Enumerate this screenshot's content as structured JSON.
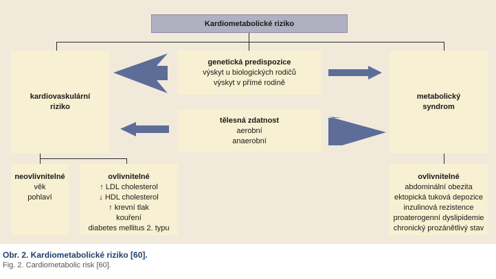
{
  "title": "Kardiometabolické riziko",
  "left_box": {
    "line1": "kardiovaskulární",
    "line2": "riziko"
  },
  "right_box": {
    "line1": "metabolický",
    "line2": "syndrom"
  },
  "genetic": {
    "heading": "genetická predispozice",
    "items": [
      "výskyt u biologických rodičů",
      "výskyt v přímé rodině"
    ]
  },
  "fitness": {
    "heading": "tělesná zdatnost",
    "items": [
      "aerobní",
      "anaerobní"
    ]
  },
  "non_modifiable": {
    "heading": "neovlivnitelné",
    "items": [
      "věk",
      "pohlaví"
    ]
  },
  "modifiable_left": {
    "heading": "ovlivnitelné",
    "items": [
      "↑ LDL cholesterol",
      "↓ HDL cholesterol",
      "↑ krevní tlak",
      "kouření",
      "diabetes mellitus 2. typu"
    ]
  },
  "modifiable_right": {
    "heading": "ovlivnitelné",
    "items": [
      "abdominální obezita",
      "ektopická tuková depozice",
      "inzulinová rezistence",
      "proaterogenní dyslipidemie",
      "chronický prozánětlivý stav"
    ]
  },
  "caption": {
    "cz": "Obr. 2. Kardiometabolické riziko [60].",
    "en": "Fig. 2. Cardiometabolic risk [60]."
  },
  "colors": {
    "arrow": "#5d6d97",
    "box": "#f7f0d2",
    "panel": "#f1eadb",
    "title_box": "#b0b0c2"
  }
}
